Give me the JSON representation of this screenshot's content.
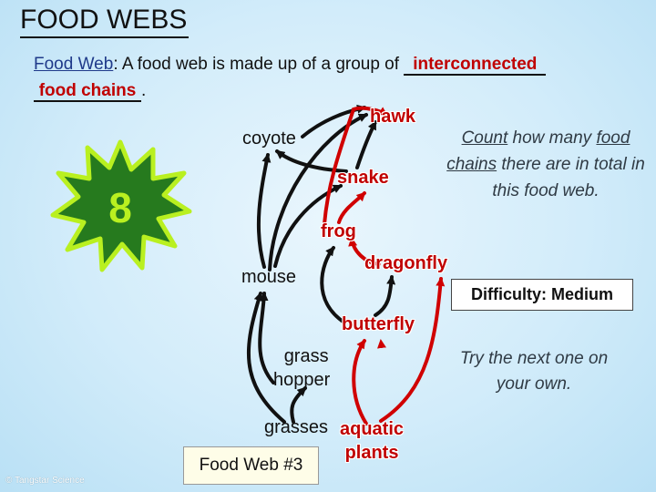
{
  "title": "FOOD WEBS",
  "definition": {
    "term": "Food Web",
    "colon": ":",
    "text": "A food web is made up of a group of",
    "blank1_answer": "interconnected",
    "blank2_answer": "food chains",
    "end": "."
  },
  "badge": {
    "value": "8",
    "color": "#267a1e",
    "burst_color": "#b9f020"
  },
  "nodes": {
    "hawk": "hawk",
    "coyote": "coyote",
    "snake": "snake",
    "frog": "frog",
    "dragonfly": "dragonfly",
    "mouse": "mouse",
    "butterfly": "butterfly",
    "grasshopper_line1": "grass",
    "grasshopper_line2": "hopper",
    "grasses": "grasses",
    "aquatic_line1": "aquatic",
    "aquatic_line2": "plants"
  },
  "instruction": {
    "count": "Count",
    "rest1": "how many",
    "food_chains": "food chains",
    "rest2": "there are in total in this food web."
  },
  "difficulty": "Difficulty: Medium",
  "try_next": "Try the next one on your own.",
  "web_number": "Food Web #3",
  "copyright": "© Tangstar Science",
  "colors": {
    "black_arrow": "#111111",
    "red_arrow": "#d00000",
    "red_text": "#c00000"
  }
}
